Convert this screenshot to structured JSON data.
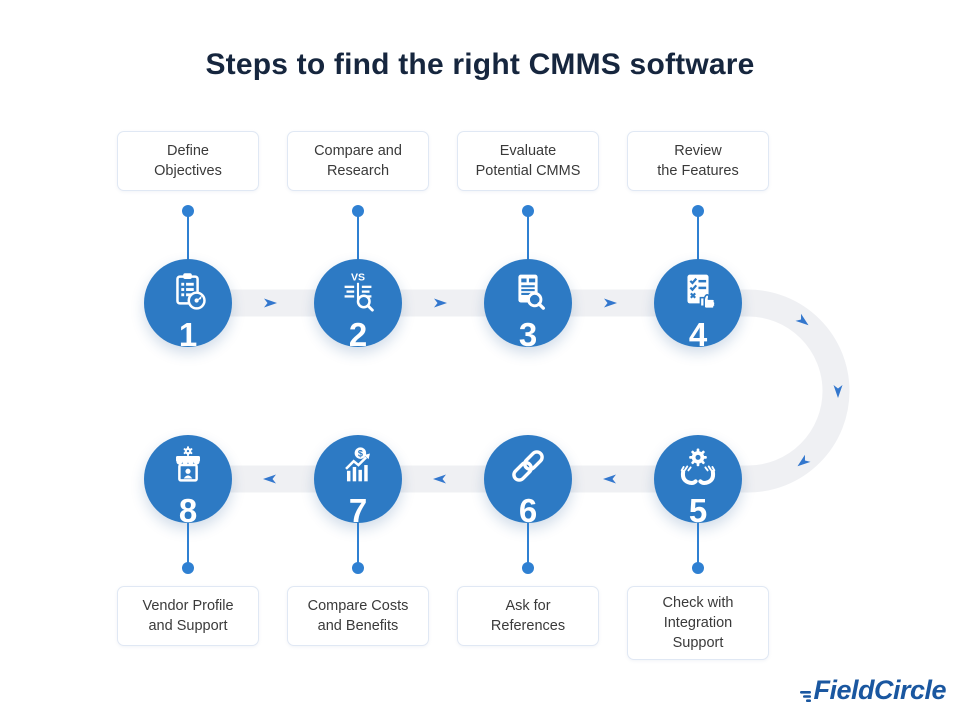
{
  "title": "Steps to find the right CMMS software",
  "steps": [
    {
      "number": "1",
      "label": "Define\nObjectives",
      "icon": "clipboard-target-icon"
    },
    {
      "number": "2",
      "label": "Compare and\nResearch",
      "icon": "vs-compare-icon",
      "icon_text": "VS"
    },
    {
      "number": "3",
      "label": "Evaluate\nPotential CMMS",
      "icon": "document-search-icon"
    },
    {
      "number": "4",
      "label": "Review\nthe Features",
      "icon": "checklist-thumbsup-icon"
    },
    {
      "number": "5",
      "label": "Check with\nIntegration\nSupport",
      "icon": "hands-gear-icon"
    },
    {
      "number": "6",
      "label": "Ask for\nReferences",
      "icon": "chain-link-icon"
    },
    {
      "number": "7",
      "label": "Compare Costs\nand Benefits",
      "icon": "cost-chart-icon",
      "icon_text": "$"
    },
    {
      "number": "8",
      "label": "Vendor Profile\nand Support",
      "icon": "vendor-store-icon"
    }
  ],
  "brand": {
    "logo_text": "FieldCircle"
  },
  "colors": {
    "circle_blue": "#2d7ac4",
    "accent_blue": "#2f80d2",
    "arrow_blue": "#3377cd",
    "path_gray": "#eff0f3",
    "title_navy": "#16263e",
    "box_border": "#e0e8f4",
    "label_text": "#3a3a3a",
    "logo_blue": "#1a57a0"
  }
}
